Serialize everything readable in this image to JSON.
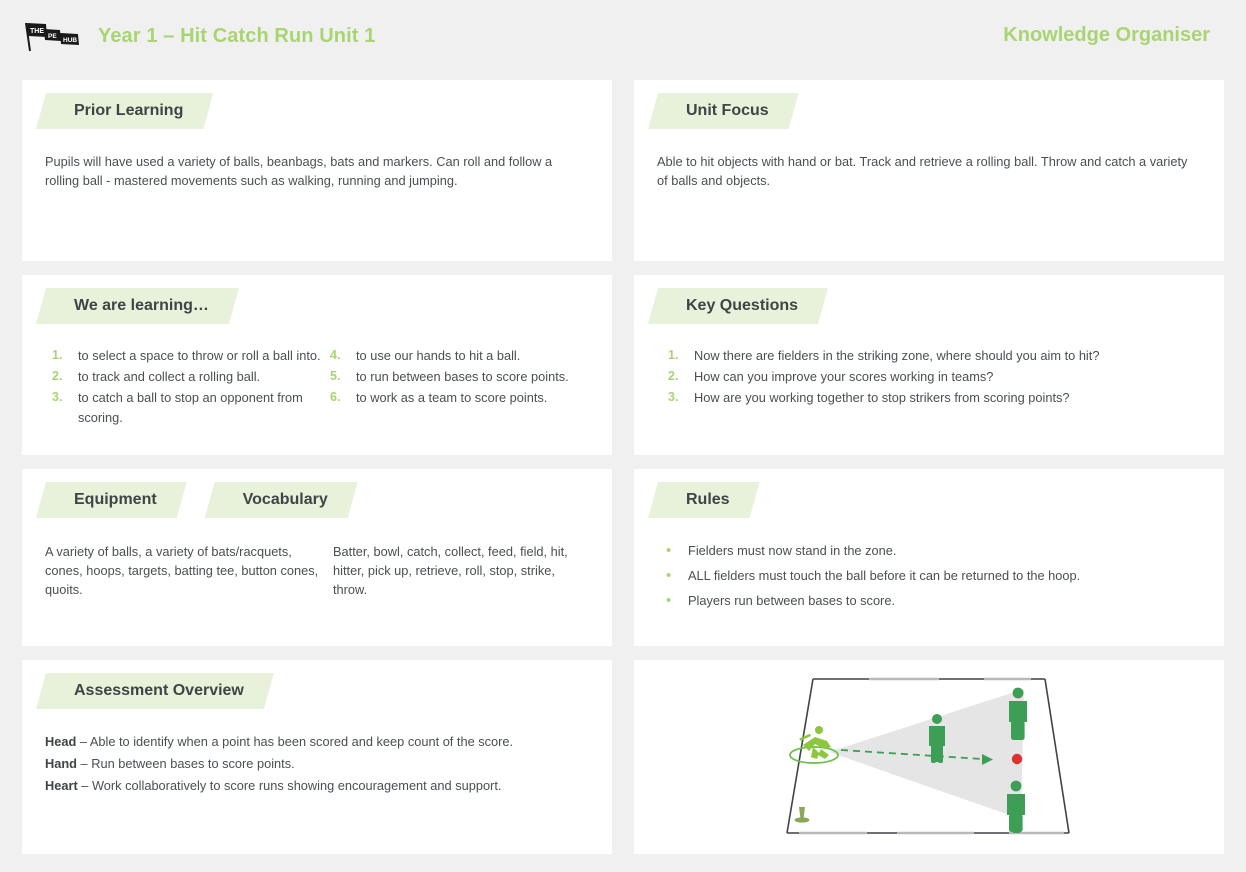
{
  "header": {
    "logo_name": "the-pe-hub-flag-logo",
    "logo_segments": [
      "THE",
      "PE",
      "HUB"
    ],
    "title": "Year 1 – Hit Catch Run Unit 1",
    "right_title": "Knowledge Organiser",
    "accent_color": "#a8d572",
    "banner_bg": "#e8f1d9",
    "text_color": "#4a4f52",
    "page_bg": "#f0f0f0"
  },
  "cards": {
    "prior_learning": {
      "heading": "Prior Learning",
      "body": "Pupils will have used a variety of balls, beanbags, bats and markers.  Can roll and follow a rolling ball - mastered movements such as walking, running and jumping."
    },
    "unit_focus": {
      "heading": "Unit Focus",
      "body": "Able to hit objects with hand or bat.  Track and retrieve a rolling ball.  Throw and catch a variety of balls and objects."
    },
    "we_are_learning": {
      "heading": "We are learning…",
      "items_left": [
        {
          "number": "1.",
          "text": "to select a space to throw or roll a ball into."
        },
        {
          "number": "2.",
          "text": "to track and collect a rolling ball."
        },
        {
          "number": "3.",
          "text": "to catch a ball to stop an opponent from scoring."
        }
      ],
      "items_right": [
        {
          "number": "4.",
          "text": "to use our hands to hit a ball."
        },
        {
          "number": "5.",
          "text": "to run between bases to score points."
        },
        {
          "number": "6.",
          "text": "to work as a team to score points."
        }
      ]
    },
    "key_questions": {
      "heading": "Key Questions",
      "items": [
        {
          "number": "1.",
          "text": "Now there are fielders in the striking zone, where should you aim to hit?"
        },
        {
          "number": "2.",
          "text": "How can you improve your scores working in teams?"
        },
        {
          "number": "3.",
          "text": "How are you working together to stop strikers from scoring points?"
        }
      ]
    },
    "equipment": {
      "heading": "Equipment",
      "body": "A variety of balls, a variety of bats/racquets, cones, hoops, targets, batting tee, button cones, quoits."
    },
    "vocabulary": {
      "heading": "Vocabulary",
      "body": "Batter, bowl, catch, collect, feed, field, hit, hitter, pick up, retrieve, roll, stop, strike, throw."
    },
    "rules": {
      "heading": "Rules",
      "items": [
        "Fielders must now stand in the zone.",
        "ALL fielders must touch the ball before it can be returned to the hoop.",
        "Players run between bases to score."
      ]
    },
    "assessment": {
      "heading": "Assessment Overview",
      "lines": [
        {
          "label": "Head",
          "text": " – Able to identify when a point has been scored and keep count of the score."
        },
        {
          "label": "Hand",
          "text": " – Run between bases to score points."
        },
        {
          "label": "Heart",
          "text": " – Work collaboratively to score runs showing encouragement and support."
        }
      ]
    },
    "diagram": {
      "name": "pitch-diagram",
      "description": "Trapezoid playing area with shaded striking zone, batter in hoop, three fielders, a ball and a cone",
      "pitch_line_color": "#3f4447",
      "zone_fill": "#e5e5e5",
      "fielder_color": "#3d9e55",
      "batter_color": "#8dc63f",
      "ball_color": "#e03131",
      "cone_color": "#8aa85a",
      "arrow_color": "#3d9e55"
    }
  }
}
